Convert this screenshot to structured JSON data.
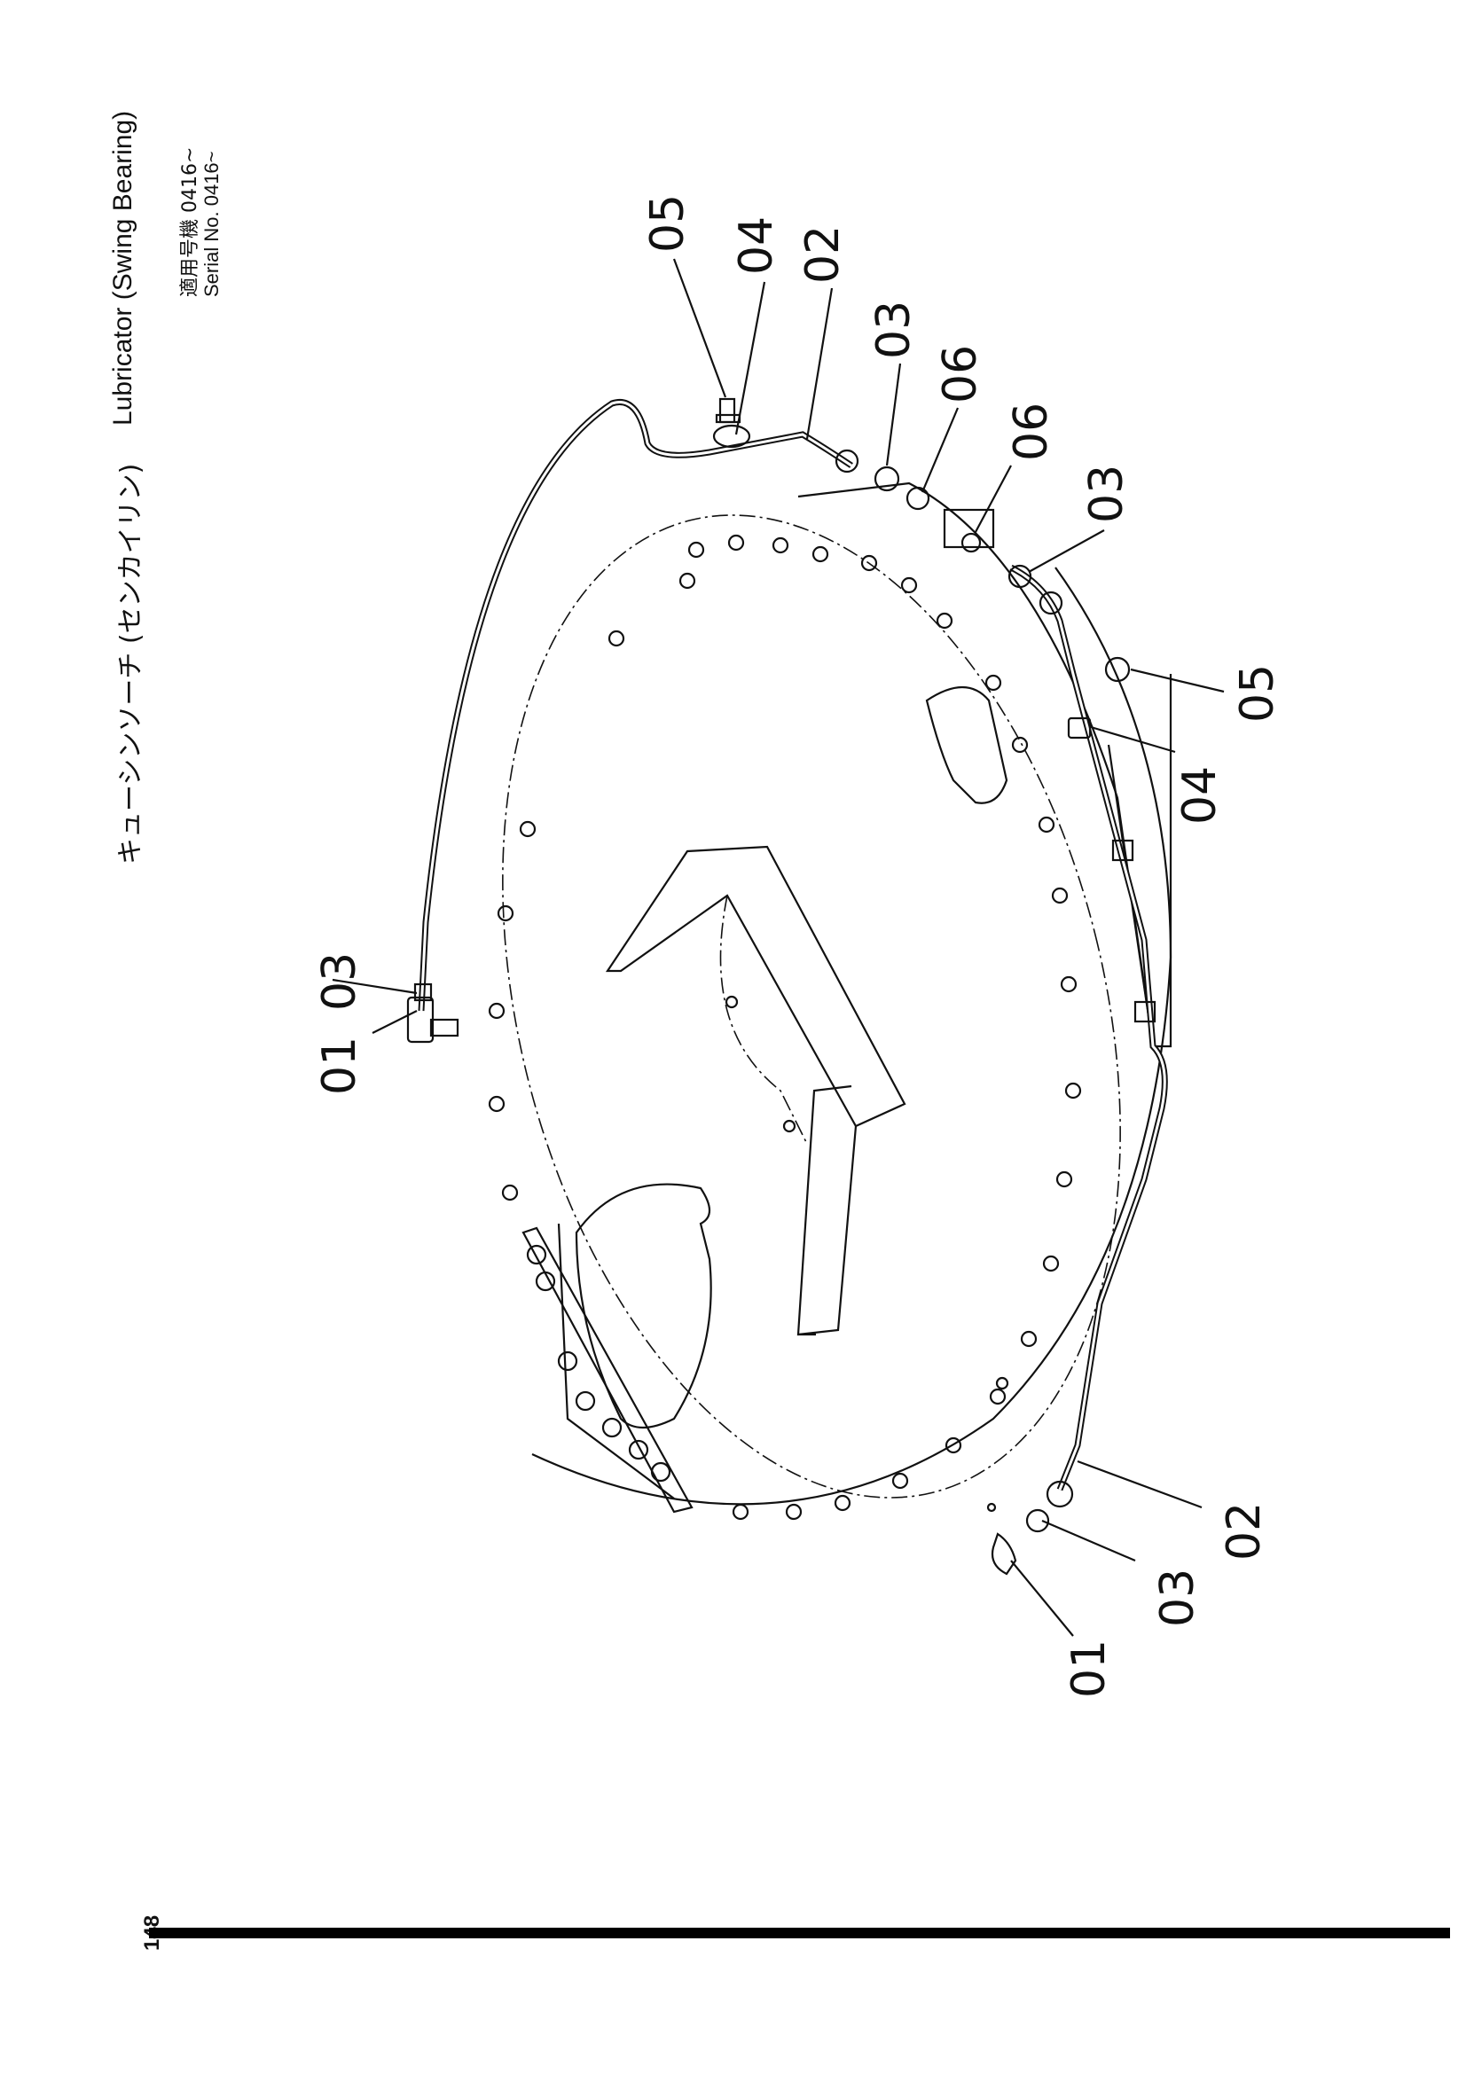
{
  "header": {
    "title_jp": "キューシンソーチ (センカイリン)",
    "title_en": "Lubricator (Swing Bearing)",
    "serial_label_jp": "適用号機",
    "serial_label_en": "Serial No.",
    "serial_value_jp": "0416~",
    "serial_value_en": "0416~"
  },
  "page_number": "148",
  "callouts": [
    "05",
    "04",
    "02",
    "03",
    "06",
    "06",
    "03",
    "05",
    "04",
    "01",
    "03",
    "02",
    "03",
    "01"
  ]
}
